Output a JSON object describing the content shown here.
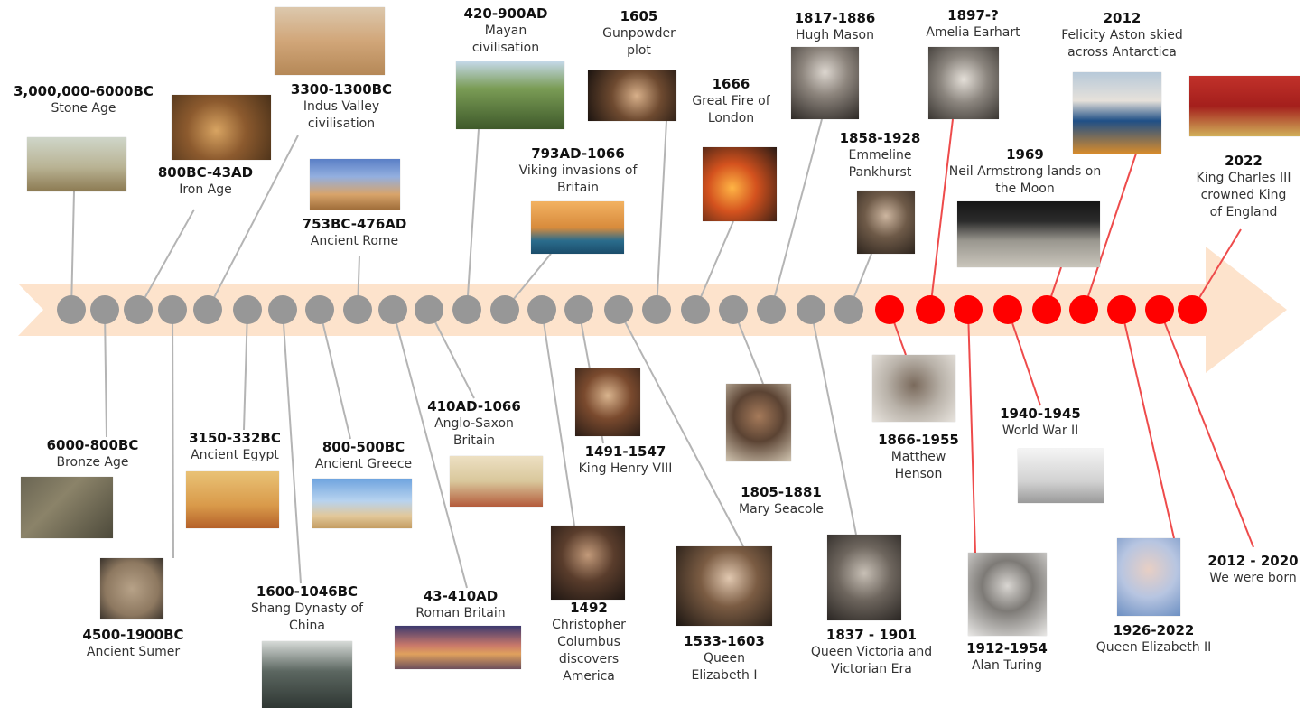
{
  "colors": {
    "arrow": "#fde3cc",
    "past_dot": "#979797",
    "past_line": "#b4b4b4",
    "modern_dot": "#ff0000",
    "modern_line": "#ee4b4b"
  },
  "events": [
    {
      "date": "3,000,000-6000BC",
      "label": "Stone Age",
      "icon": "mammoth-hunt-picture"
    },
    {
      "date": "6000-800BC",
      "label": "Bronze Age",
      "icon": "bronze-age-people-picture"
    },
    {
      "date": "800BC-43AD",
      "label": "Iron Age",
      "icon": "iron-age-forge-picture"
    },
    {
      "date": "4500-1900BC",
      "label": "Ancient Sumer",
      "icon": "cuneiform-tablet-picture"
    },
    {
      "date": "3300-1300BC",
      "label": "Indus Valley civilisation",
      "icon": "indus-ruins-picture"
    },
    {
      "date": "3150-332BC",
      "label": "Ancient Egypt",
      "icon": "egyptian-painting-picture"
    },
    {
      "date": "1600-1046BC",
      "label": "Shang Dynasty of China",
      "icon": "bronze-cauldron-picture"
    },
    {
      "date": "800-500BC",
      "label": "Ancient Greece",
      "icon": "parthenon-picture"
    },
    {
      "date": "753BC-476AD",
      "label": "Ancient Rome",
      "icon": "colosseum-picture"
    },
    {
      "date": "43-410AD",
      "label": "Roman Britain",
      "icon": "roman-britain-landscape-picture"
    },
    {
      "date": "410AD-1066",
      "label": "Anglo-Saxon Britain",
      "icon": "tapestry-picture"
    },
    {
      "date": "420-900AD",
      "label": "Mayan civilisation",
      "icon": "mayan-pyramid-picture"
    },
    {
      "date": "793AD-1066",
      "label": "Viking invasions of Britain",
      "icon": "viking-ship-picture"
    },
    {
      "date": "1492",
      "label": "Christopher Columbus discovers America",
      "icon": "columbus-portrait"
    },
    {
      "date": "1491-1547",
      "label": "King Henry VIII",
      "icon": "henry-viii-portrait"
    },
    {
      "date": "1533-1603",
      "label": "Queen Elizabeth I",
      "icon": "elizabeth-i-portrait"
    },
    {
      "date": "1605",
      "label": "Gunpowder plot",
      "icon": "guy-fawkes-portrait"
    },
    {
      "date": "1666",
      "label": "Great Fire of London",
      "icon": "great-fire-picture"
    },
    {
      "date": "1805-1881",
      "label": "Mary Seacole",
      "icon": "mary-seacole-portrait"
    },
    {
      "date": "1817-1886",
      "label": "Hugh Mason",
      "icon": "hugh-mason-portrait"
    },
    {
      "date": "1837 - 1901",
      "label": "Queen Victoria and Victorian Era",
      "icon": "queen-victoria-portrait"
    },
    {
      "date": "1858-1928",
      "label": "Emmeline Pankhurst",
      "icon": "emmeline-pankhurst-portrait"
    },
    {
      "date": "1866-1955",
      "label": "Matthew Henson",
      "icon": "matthew-henson-portrait"
    },
    {
      "date": "1897-?",
      "label": "Amelia Earhart",
      "icon": "amelia-earhart-portrait"
    },
    {
      "date": "1912-1954",
      "label": "Alan Turing",
      "icon": "alan-turing-portrait"
    },
    {
      "date": "1940-1945",
      "label": "World War II",
      "icon": "warplanes-picture"
    },
    {
      "date": "1969",
      "label": "Neil Armstrong lands on the Moon",
      "icon": "moon-landing-picture"
    },
    {
      "date": "2012",
      "label": "Felicity Aston skied across Antarctica",
      "icon": "felicity-aston-portrait"
    },
    {
      "date": "1926-2022",
      "label": "Queen Elizabeth II",
      "icon": "elizabeth-ii-portrait"
    },
    {
      "date": "2012 - 2020",
      "label": "We were born",
      "icon": ""
    },
    {
      "date": "2022",
      "label": "King Charles III crowned King of England",
      "icon": "king-charles-portrait"
    }
  ]
}
